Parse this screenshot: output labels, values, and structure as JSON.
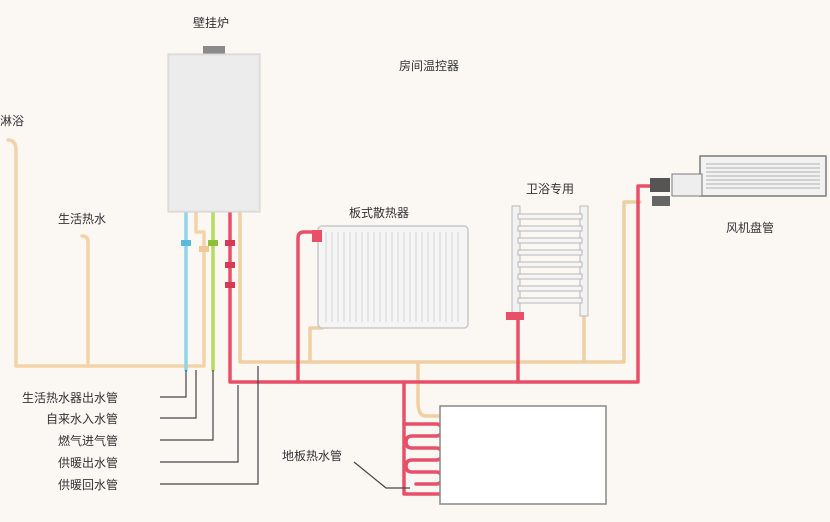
{
  "labels": {
    "boiler": "壁挂炉",
    "thermostat": "房间温控器",
    "shower": "淋浴",
    "domestic_hot_water": "生活热水",
    "panel_radiator": "板式散热器",
    "bathroom_radiator": "卫浴专用",
    "fan_coil": "风机盘管",
    "floor_heating_pipe": "地板热水管"
  },
  "pipe_legend": [
    "生活热水器出水管",
    "自来水入水管",
    "燃气进气管",
    "供暖出水管",
    "供暖回水管"
  ],
  "colors": {
    "hot_water_pipe": "#f3d3a8",
    "cold_water_pipe": "#8ed4ea",
    "gas_pipe": "#b6dc5e",
    "supply_pipe": "#e8506a",
    "return_pipe": "#f0cfa2",
    "leader_line": "#444444"
  }
}
